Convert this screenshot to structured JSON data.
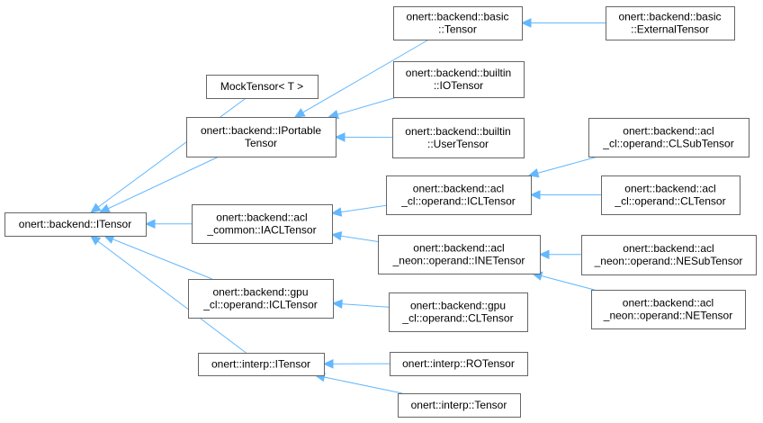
{
  "colors": {
    "edge": "#63b8ff",
    "node_border": "#666666",
    "node_fill": "#ffffff",
    "text": "#000000"
  },
  "nodes": {
    "itensor": {
      "lines": [
        "onert::backend::ITensor"
      ]
    },
    "mocktensor": {
      "lines": [
        "MockTensor< T >"
      ]
    },
    "iportable": {
      "lines": [
        "onert::backend::IPortable",
        "Tensor"
      ]
    },
    "iacl": {
      "lines": [
        "onert::backend::acl",
        "_common::IACLTensor"
      ]
    },
    "gpu_icl": {
      "lines": [
        "onert::backend::gpu",
        "_cl::operand::ICLTensor"
      ]
    },
    "interp_itensor": {
      "lines": [
        "onert::interp::ITensor"
      ]
    },
    "basic_tensor": {
      "lines": [
        "onert::backend::basic",
        "::Tensor"
      ]
    },
    "builtin_io": {
      "lines": [
        "onert::backend::builtin",
        "::IOTensor"
      ]
    },
    "builtin_user": {
      "lines": [
        "onert::backend::builtin",
        "::UserTensor"
      ]
    },
    "acl_icl": {
      "lines": [
        "onert::backend::acl",
        "_cl::operand::ICLTensor"
      ]
    },
    "acl_ine": {
      "lines": [
        "onert::backend::acl",
        "_neon::operand::INETensor"
      ]
    },
    "gpu_cl": {
      "lines": [
        "onert::backend::gpu",
        "_cl::operand::CLTensor"
      ]
    },
    "interp_ro": {
      "lines": [
        "onert::interp::ROTensor"
      ]
    },
    "interp_tensor": {
      "lines": [
        "onert::interp::Tensor"
      ]
    },
    "basic_external": {
      "lines": [
        "onert::backend::basic",
        "::ExternalTensor"
      ]
    },
    "acl_clsub": {
      "lines": [
        "onert::backend::acl",
        "_cl::operand::CLSubTensor"
      ]
    },
    "acl_cl": {
      "lines": [
        "onert::backend::acl",
        "_cl::operand::CLTensor"
      ]
    },
    "acl_nesub": {
      "lines": [
        "onert::backend::acl",
        "_neon::operand::NESubTensor"
      ]
    },
    "acl_ne": {
      "lines": [
        "onert::backend::acl",
        "_neon::operand::NETensor"
      ]
    }
  },
  "edges": [
    {
      "from": "mocktensor",
      "to": "itensor"
    },
    {
      "from": "iportable",
      "to": "itensor"
    },
    {
      "from": "iacl",
      "to": "itensor"
    },
    {
      "from": "gpu_icl",
      "to": "itensor"
    },
    {
      "from": "interp_itensor",
      "to": "itensor"
    },
    {
      "from": "basic_tensor",
      "to": "iportable"
    },
    {
      "from": "builtin_io",
      "to": "iportable"
    },
    {
      "from": "builtin_user",
      "to": "iportable"
    },
    {
      "from": "acl_icl",
      "to": "iacl"
    },
    {
      "from": "acl_ine",
      "to": "iacl"
    },
    {
      "from": "gpu_cl",
      "to": "gpu_icl"
    },
    {
      "from": "interp_ro",
      "to": "interp_itensor"
    },
    {
      "from": "interp_tensor",
      "to": "interp_itensor"
    },
    {
      "from": "basic_external",
      "to": "basic_tensor"
    },
    {
      "from": "acl_clsub",
      "to": "acl_icl"
    },
    {
      "from": "acl_cl",
      "to": "acl_icl"
    },
    {
      "from": "acl_nesub",
      "to": "acl_ine"
    },
    {
      "from": "acl_ne",
      "to": "acl_ine"
    }
  ]
}
